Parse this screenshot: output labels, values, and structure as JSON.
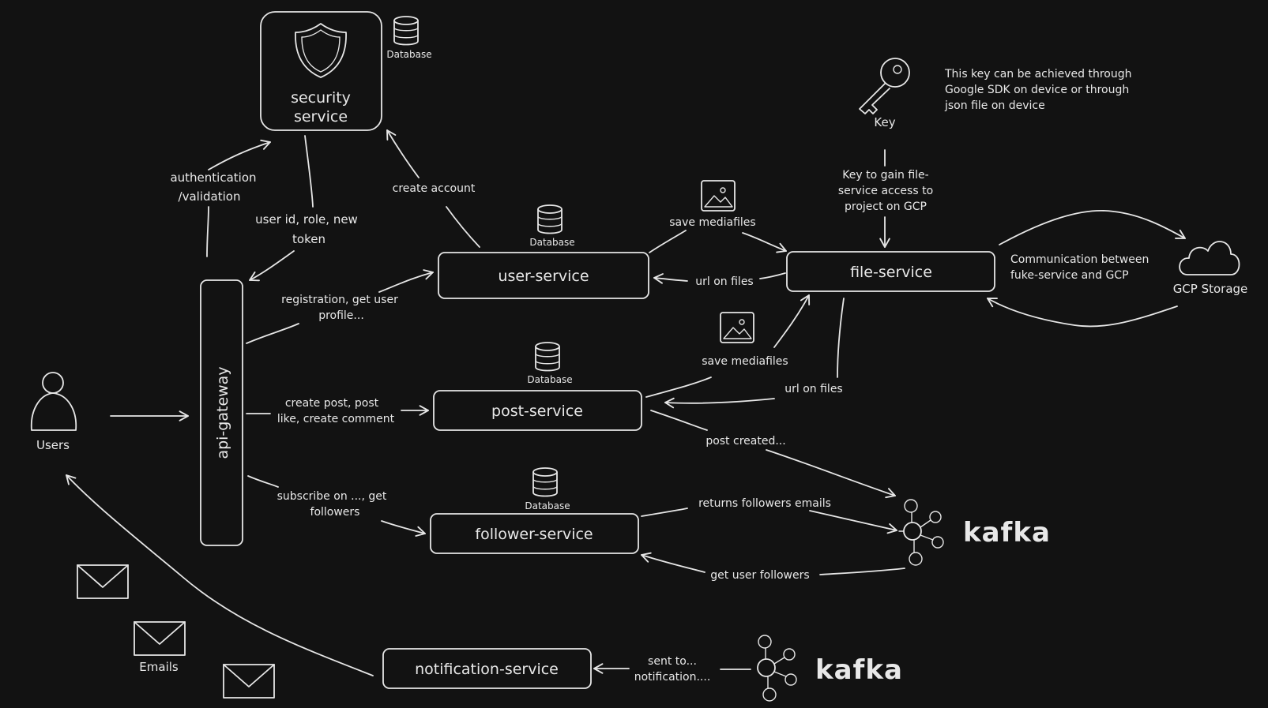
{
  "nodes": {
    "users": "Users",
    "api_gateway": "api-gateway",
    "security_service": [
      "security",
      "service"
    ],
    "user_service": "user-service",
    "post_service": "post-service",
    "follower_service": "follower-service",
    "notification_service": "notification-service",
    "file_service": "file-service",
    "gcp_storage": "GCP Storage",
    "key": "Key",
    "kafka_top": "kafka",
    "kafka_bottom": "kafka",
    "emails": "Emails",
    "database": "Database"
  },
  "edges": {
    "auth": [
      "authentication",
      "/validation"
    ],
    "user_token": [
      "user id, role, new",
      "token"
    ],
    "create_account": "create account",
    "registration": [
      "registration, get user",
      "profile..."
    ],
    "create_post": [
      "create post, post",
      "like, create comment"
    ],
    "subscribe": [
      "subscribe on ..., get",
      "followers"
    ],
    "save_media_user": "save mediafiles",
    "url_files_user": "url on files",
    "save_media_post": "save mediafiles",
    "url_files_post": "url on files",
    "key_access": [
      "Key to gain file-",
      "service access to",
      "project on GCP"
    ],
    "gcp_comm": [
      "Communication between",
      "fuke-service and GCP"
    ],
    "post_created": "post created...",
    "returns_emails": "returns followers emails",
    "get_followers": "get user followers",
    "sent_to": [
      "sent to...",
      "notification...."
    ]
  },
  "notes": {
    "key_note": [
      "This key can be achieved through",
      "Google SDK on device or through",
      "json file on device"
    ]
  }
}
